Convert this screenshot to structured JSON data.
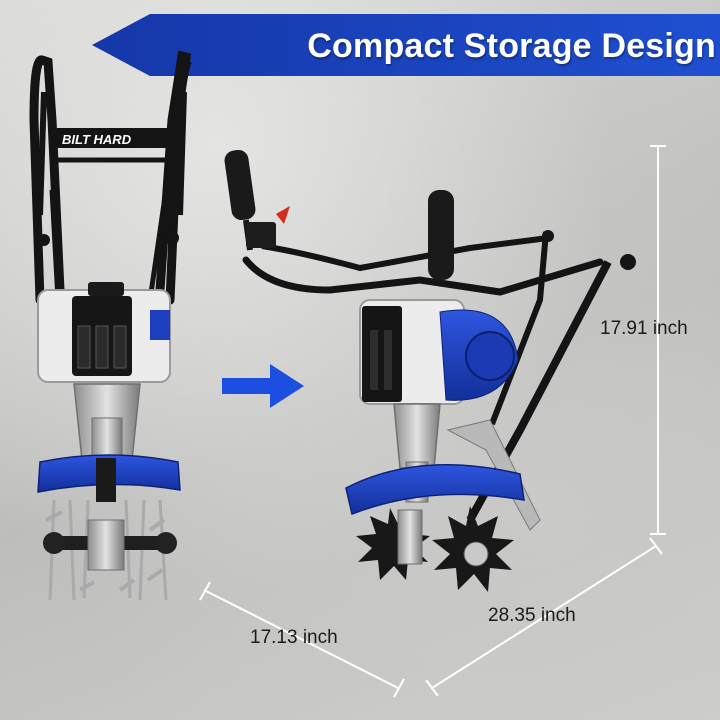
{
  "banner": {
    "title": "Compact Storage Design"
  },
  "product": {
    "handle_brand": "BILT HARD"
  },
  "dimensions": {
    "height": "17.91 inch",
    "length": "28.35 inch",
    "width": "17.13 inch"
  },
  "colors": {
    "banner_blue": "#1f4fd0",
    "arrow_blue": "#1c4fe0",
    "tine_cover_blue": "#1d3fbf",
    "frame_black": "#141414"
  },
  "icons": {
    "transition_arrow": "arrow-right-icon"
  }
}
